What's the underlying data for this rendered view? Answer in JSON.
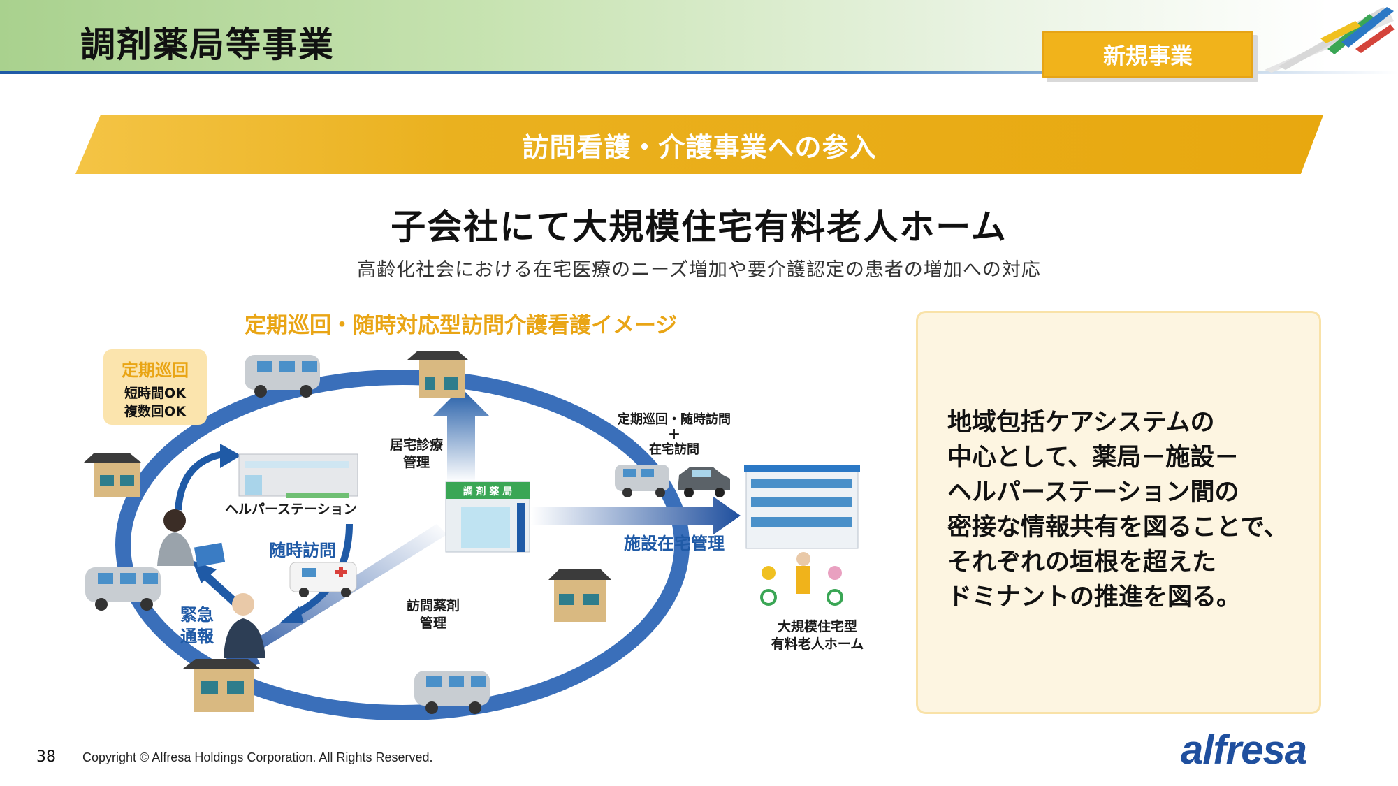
{
  "header": {
    "title": "調剤薬局等事業",
    "badge": "新規事業"
  },
  "banner": {
    "text": "訪問看護・介護事業への参入"
  },
  "headline": "子会社にて大規模住宅有料老人ホーム",
  "subline": "高齢化社会における在宅医療のニーズ増加や要介護認定の患者の増加への対応",
  "diagram": {
    "title": "定期巡回・随時対応型訪問介護看護イメージ",
    "callout": {
      "title": "定期巡回",
      "line1": "短時間OK",
      "line2": "複数回OK"
    },
    "pharmacy_sign": "調 剤 薬 局",
    "labels": {
      "home_diagnosis_1": "居宅診療",
      "home_diagnosis_2": "管理",
      "helper_station": "ヘルパーステーション",
      "on_demand_visit": "随時訪問",
      "emergency_1": "緊急",
      "emergency_2": "通報",
      "visit_pharma_1": "訪問薬剤",
      "visit_pharma_2": "管理",
      "visits_top": "定期巡回・随時訪問",
      "plus": "＋",
      "home_visit": "在宅訪問",
      "facility_management": "施設在宅管理",
      "nursing_home_1": "大規模住宅型",
      "nursing_home_2": "有料老人ホーム"
    }
  },
  "info_box": {
    "lines": [
      "地域包括ケアシステムの",
      "中心として、薬局－施設－",
      "ヘルパーステーション間の",
      "密接な情報共有を図ることで、",
      "それぞれの垣根を超えた",
      "ドミナントの推進を図る。"
    ]
  },
  "footer": {
    "page_number": "38",
    "copyright": "Copyright © Alfresa Holdings Corporation. All Rights Reserved.",
    "logo": "alfresa"
  },
  "colors": {
    "accent_gold": "#e9a515",
    "brand_blue": "#1f5aa6",
    "header_green": "#a9d18e"
  }
}
